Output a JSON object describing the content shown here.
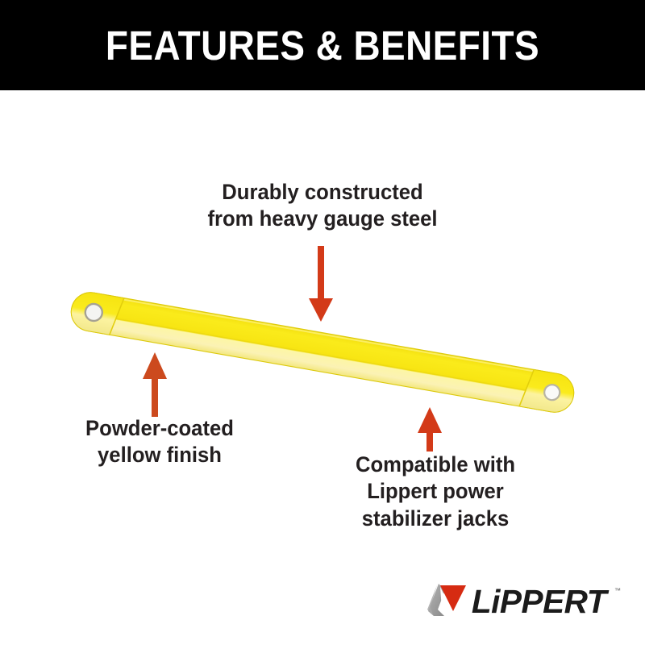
{
  "header": {
    "title": "FEATURES & BENEFITS",
    "background_color": "#000000",
    "text_color": "#FFFFFF"
  },
  "page": {
    "background_color": "#FFFFFF",
    "accent_color": "#D33A18",
    "text_color": "#231F20"
  },
  "callouts": [
    {
      "id": "durability",
      "lines": [
        "Durably constructed",
        "from heavy gauge steel"
      ],
      "line1": "Durably constructed",
      "line2": "from heavy gauge steel",
      "arrow": "arrow-down"
    },
    {
      "id": "finish",
      "lines": [
        "Powder-coated",
        "yellow finish"
      ],
      "line1": "Powder-coated",
      "line2": "yellow finish",
      "arrow": "arrow-up"
    },
    {
      "id": "compatibility",
      "lines": [
        "Compatible with",
        "Lippert power",
        "stabilizer jacks"
      ],
      "line1": "Compatible with",
      "line2": "Lippert power",
      "line3": "stabilizer jacks",
      "arrow": "arrow-up"
    }
  ],
  "product": {
    "name": "stabilizer-jack-brace-bar",
    "color_primary": "#F7E717",
    "color_highlight": "#FBF4A8",
    "color_shadow": "#E3CE10"
  },
  "logo": {
    "wordmark": "LiPPERT",
    "trademark": "™",
    "mark_gray": "#9A9A9A",
    "mark_red": "#D62B12",
    "word_color": "#1B1B1B"
  }
}
